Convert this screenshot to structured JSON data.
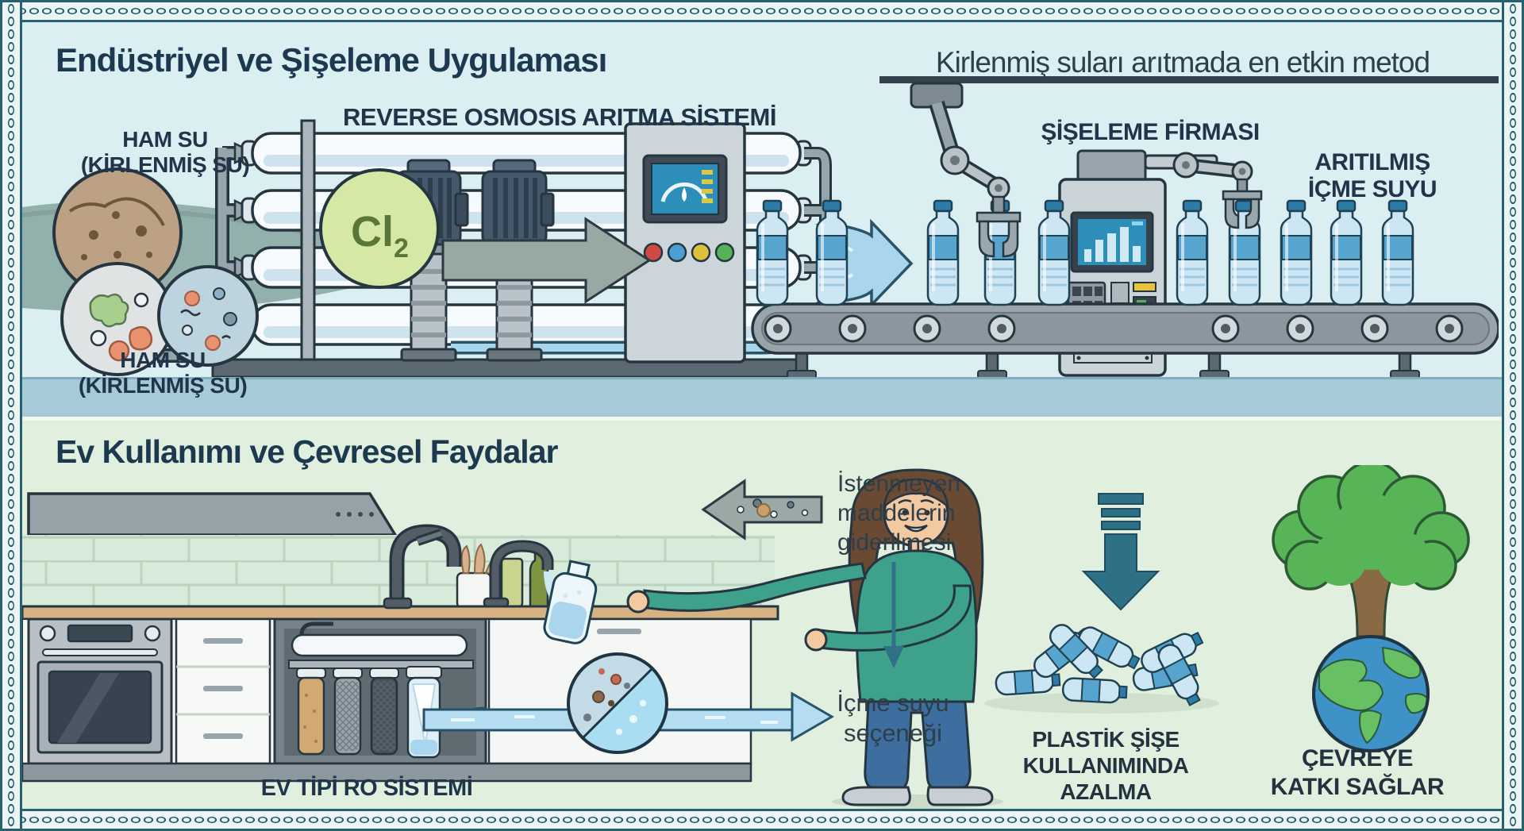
{
  "top_panel": {
    "title": "Endüstriyel ve Şişeleme Uygulaması",
    "subtitle": "Kirlenmiş suları arıtmada en etkin metod",
    "raw_water_label_top": [
      "HAM SU",
      "(KİRLENMİŞ SU)"
    ],
    "raw_water_label_bottom": [
      "HAM SU",
      "(KİRLENMİŞ SU)"
    ],
    "chlorine_symbol": "Cl",
    "chlorine_subscript": "2",
    "ro_system_label": "REVERSE OSMOSIS ARITMA SİSTEMİ",
    "bottling_company_label": "ŞİŞELEME FİRMASI",
    "treated_water_label": [
      "ARITILMIŞ",
      "İÇME SUYU"
    ]
  },
  "bottom_panel": {
    "title": "Ev Kullanımı ve Çevresel Faydalar",
    "removal_note": [
      "İstenmeyen",
      "maddelerin",
      "giderilmesi"
    ],
    "drinking_water_note": [
      "İçme suyu",
      "seçeneği"
    ],
    "home_ro_label": "EV TİPİ RO SİSTEMİ",
    "plastic_reduction_label": [
      "PLASTİK ŞİŞE",
      "KULLANIMINDA",
      "AZALMA"
    ],
    "environment_label": [
      "ÇEVREYE",
      "KATKI SAĞLAR"
    ]
  },
  "colors": {
    "accent_navy": "#1c3950",
    "water_blue": "#a9d6ec",
    "bottle_label_blue": "#57a5ce",
    "teal_arrow": "#2e7085",
    "eco_green": "#57b457",
    "chlorine_green": "#d6e8a6",
    "top_background": "#dbeef2",
    "bottom_background": "#e1efde",
    "border_teal": "#26616f"
  }
}
